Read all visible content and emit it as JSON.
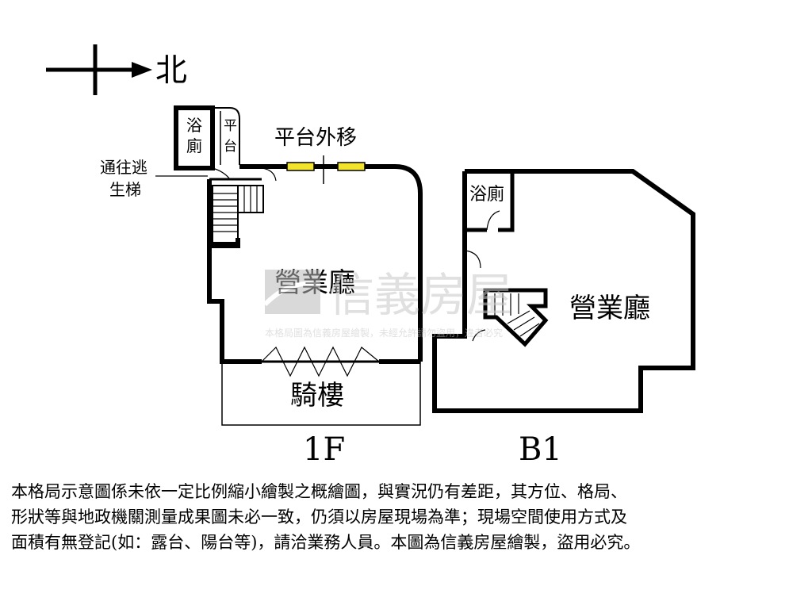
{
  "compass": {
    "north_label": "北"
  },
  "floor_1f": {
    "label": "1F",
    "bath_label": "浴廁",
    "platform_label": "平台",
    "platform_moved_label": "平台外移",
    "escape_stair_label_line1": "通往逃",
    "escape_stair_label_line2": "生梯",
    "hall_label": "營業廳",
    "arcade_label": "騎樓"
  },
  "floor_b1": {
    "label": "B1",
    "bath_label": "浴廁",
    "hall_label": "營業廳"
  },
  "watermark": {
    "brand": "信義房屋",
    "notice": "本格局圖為信義房屋繪製，未經允許請勿盜用，違者必究"
  },
  "disclaimer": {
    "line1": "本格局示意圖係未依一定比例縮小繪製之概繪圖，與實況仍有差距，其方位、格局、",
    "line2": "形狀等與地政機關測量成果圖未必一致，仍須以房屋現場為準；現場空間使用方式及",
    "line3": "面積有無登記(如：露台、陽台等)，請洽業務人員。本圖為信義房屋繪製，盜用必究。"
  }
}
